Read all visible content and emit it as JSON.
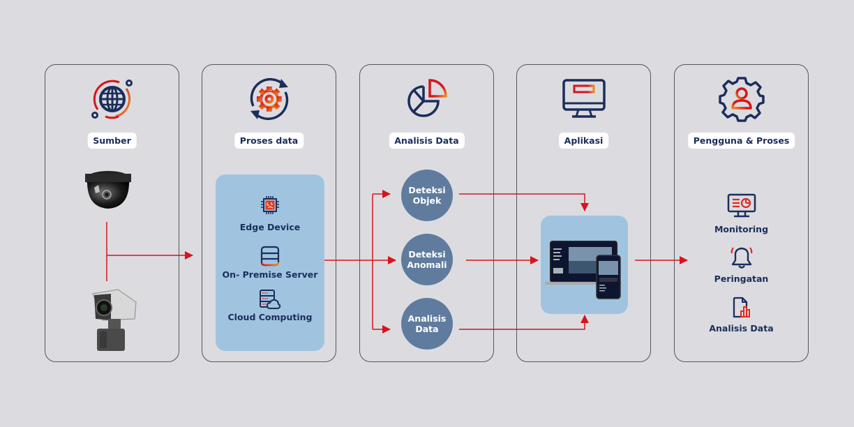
{
  "colors": {
    "background": "#dcdce0",
    "navy": "#1b2d5b",
    "red": "#d7141c",
    "orange": "#f08a24",
    "light_blue_box": "#a0c4e0",
    "circle_fill": "#5f7b9e",
    "arrow": "#d7141c"
  },
  "columns": [
    {
      "label": "Sumber",
      "icon": "globe-icon",
      "items": [
        "dome-camera",
        "bullet-camera"
      ]
    },
    {
      "label": "Proses data",
      "icon": "gear-cycle-icon",
      "items": [
        {
          "label": "Edge Device",
          "icon": "chip-icon"
        },
        {
          "label": "On- Premise Server",
          "icon": "server-icon"
        },
        {
          "label": "Cloud Computing",
          "icon": "cloud-server-icon"
        }
      ]
    },
    {
      "label": "Analisis Data",
      "icon": "pie-chart-icon",
      "items": [
        {
          "line1": "Deteksi",
          "line2": "Objek"
        },
        {
          "line1": "Deteksi",
          "line2": "Anomali"
        },
        {
          "line1": "Analisis",
          "line2": "Data"
        }
      ]
    },
    {
      "label": "Aplikasi",
      "icon": "monitor-icon",
      "items": [
        "laptop-and-phone-app-screens"
      ]
    },
    {
      "label": "Pengguna & Proses",
      "icon": "user-gear-icon",
      "items": [
        {
          "label": "Monitoring",
          "icon": "monitor-dashboard-icon"
        },
        {
          "label": "Peringatan",
          "icon": "bell-icon"
        },
        {
          "label": "Analisis Data",
          "icon": "report-chart-icon"
        }
      ]
    }
  ]
}
